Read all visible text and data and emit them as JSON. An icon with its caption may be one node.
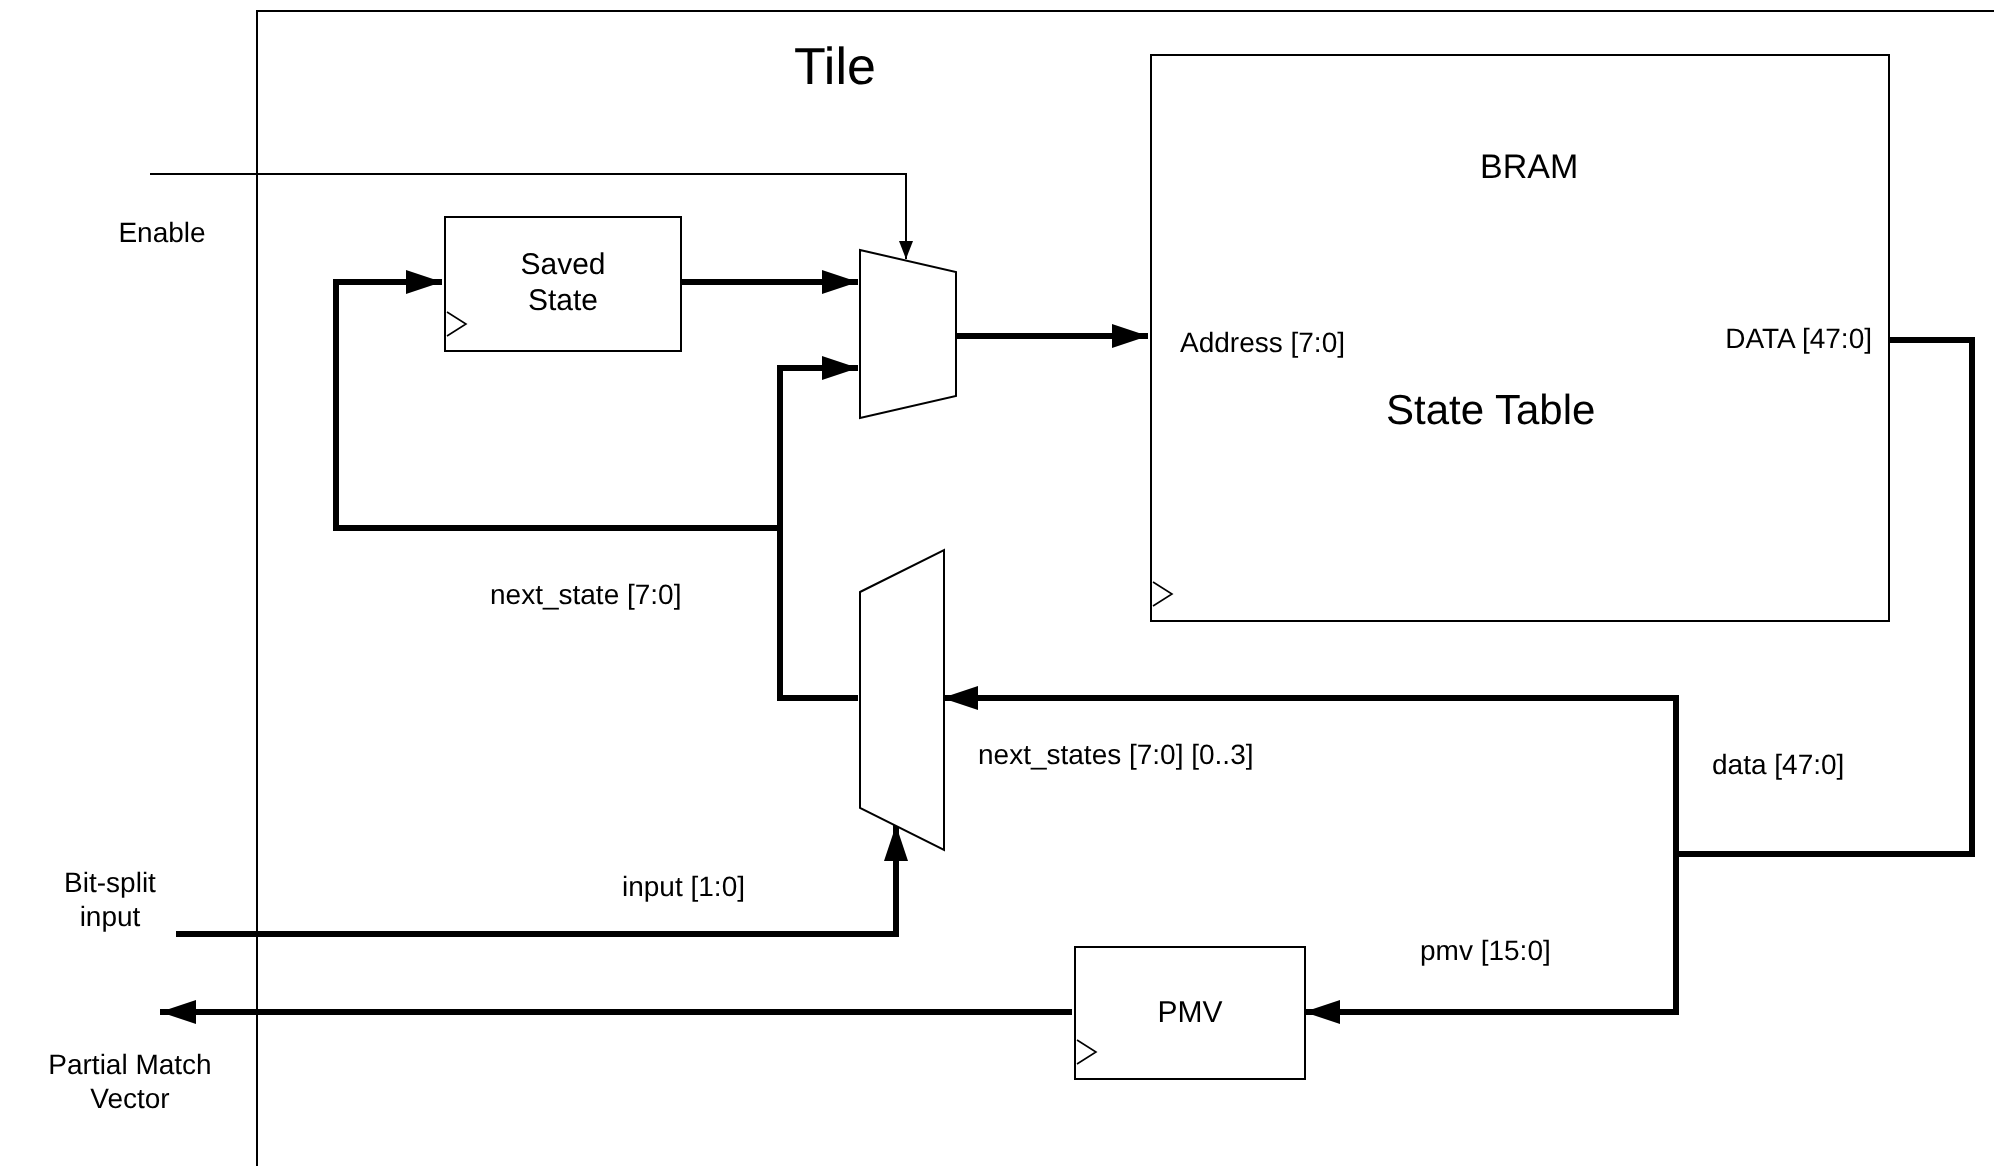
{
  "diagram": {
    "nodes": [
      {
        "text": [
          "Tile"
        ]
      },
      {
        "text": [
          "Enable"
        ]
      },
      {
        "text": [
          "Saved State"
        ],
        "in": 0
      },
      {
        "text": [],
        "shape": "trapezoid",
        "in": 0
      },
      {
        "text": [
          "BRAM",
          "Address [7:0]",
          "DATA [47:0]",
          "State Table"
        ],
        "in": 0
      },
      {
        "text": [],
        "shape": "trapezoid",
        "in": 0
      },
      {
        "text": [
          "Bit-split input"
        ]
      },
      {
        "text": [
          "PMV"
        ],
        "in": 0
      },
      {
        "text": [
          "Partial Match Vector"
        ]
      }
    ],
    "edges": [
      {
        "from": 1,
        "to": 3,
        "arrow": "to"
      },
      {
        "from": 2,
        "to": 3,
        "arrow": "to"
      },
      {
        "from": 3,
        "to": 4,
        "arrow": "to"
      },
      {
        "from": 5,
        "to": 2,
        "arrow": "to",
        "label": "next_state [7:0]"
      },
      {
        "from": 5,
        "to": 3,
        "arrow": "to"
      },
      {
        "from": 4,
        "to": 5,
        "arrow": "to",
        "label": "next_states [7:0] [0..3]"
      },
      {
        "from": 4,
        "to": 7,
        "arrow": "to",
        "label": "pmv [15:0]"
      },
      {
        "from": 6,
        "to": 5,
        "arrow": "to",
        "label": "input [1:0]"
      },
      {
        "from": 7,
        "to": 8,
        "arrow": "to"
      }
    ],
    "labels": [
      "data [47:0]"
    ]
  }
}
